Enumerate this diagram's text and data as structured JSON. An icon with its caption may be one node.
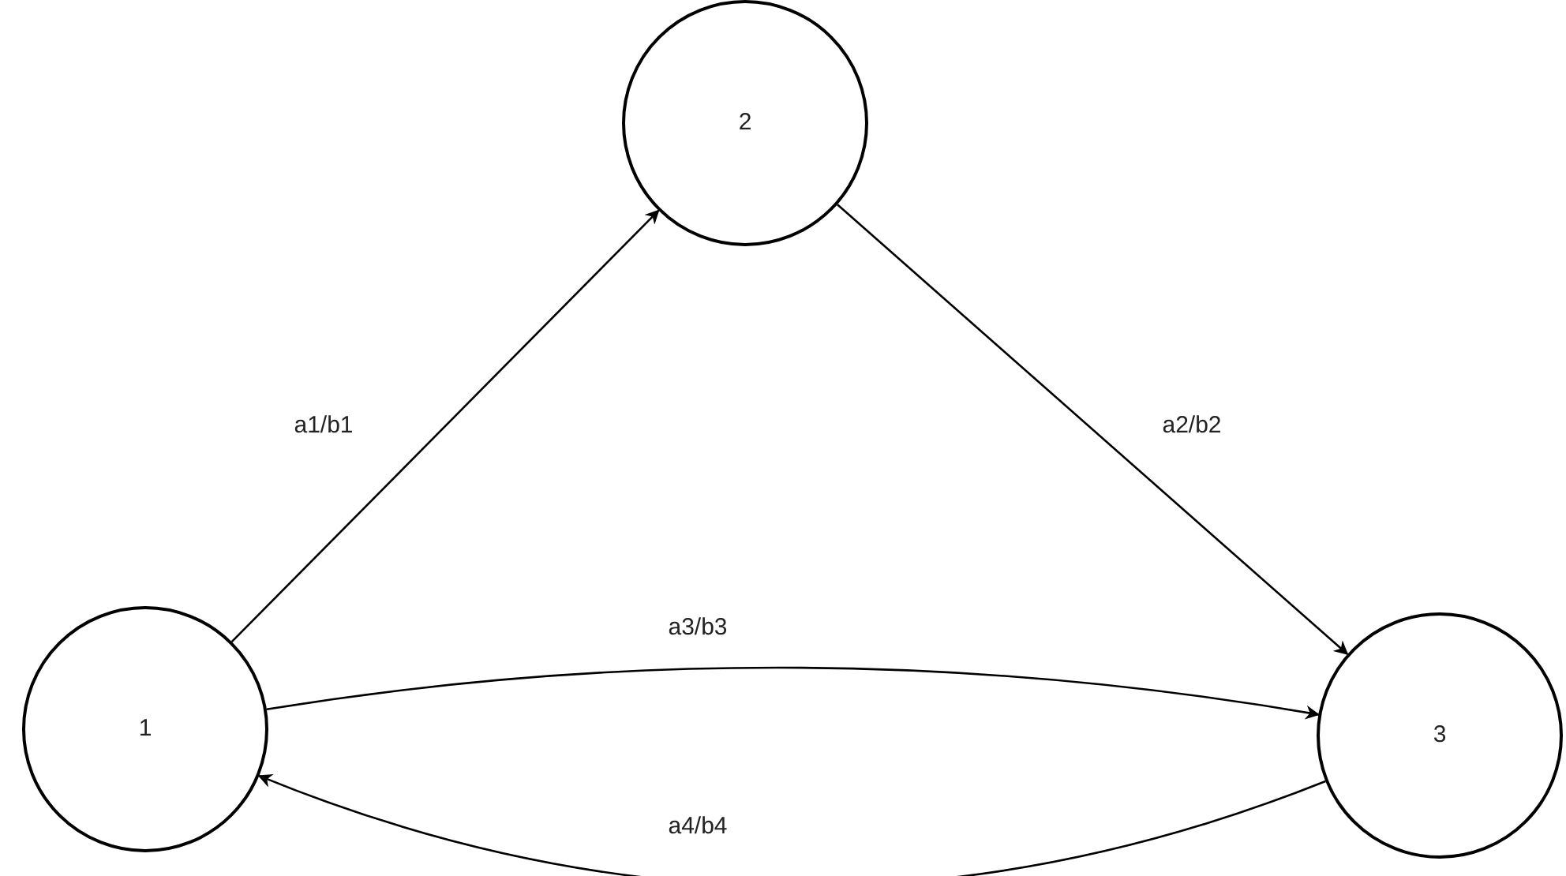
{
  "diagram": {
    "nodes": [
      {
        "text": [
          "1"
        ]
      },
      {
        "text": [
          "2"
        ]
      },
      {
        "text": [
          "3"
        ]
      }
    ],
    "edges": [
      {
        "from": 0,
        "to": 1,
        "arrow": "to",
        "label": "a1/b1"
      },
      {
        "from": 1,
        "to": 2,
        "arrow": "to",
        "label": "a2/b2"
      },
      {
        "from": 0,
        "to": 2,
        "arrow": "to",
        "label": "a3/b3"
      },
      {
        "from": 2,
        "to": 0,
        "arrow": "to",
        "label": "a4/b4"
      }
    ]
  }
}
